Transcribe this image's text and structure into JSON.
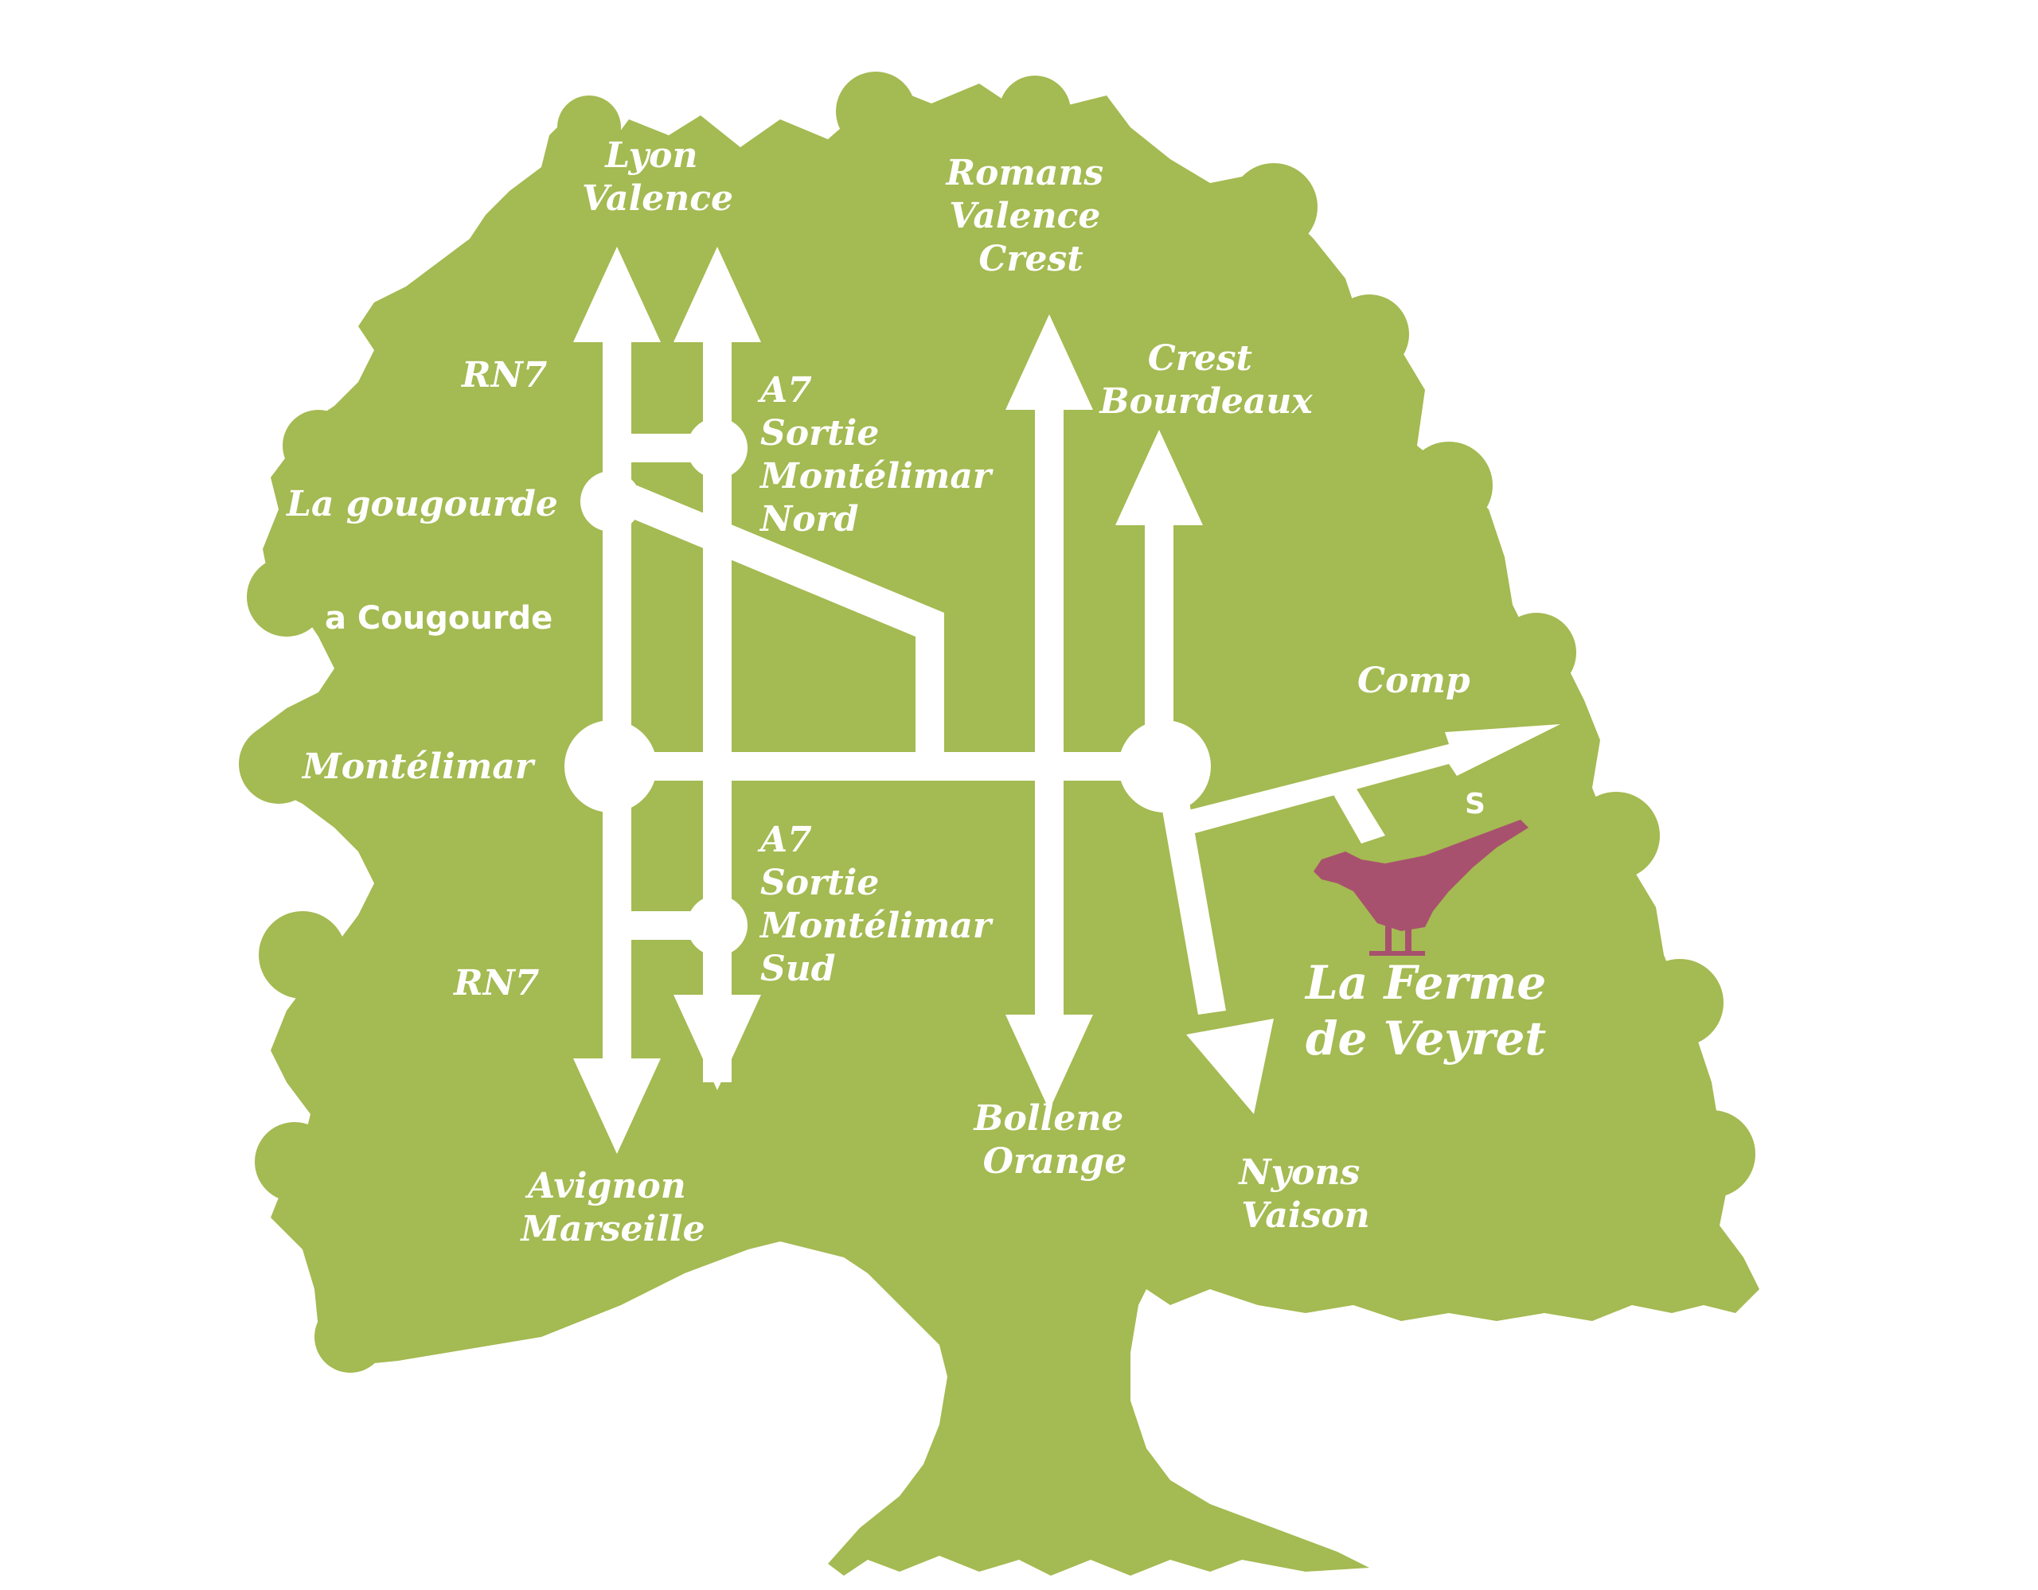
{
  "colors": {
    "tree": "#a4ba52",
    "roads": "#ffffff",
    "bird": "#a8516e",
    "background": "#ffffff"
  },
  "labels": {
    "lyon_valence": [
      "Lyon",
      "Valence"
    ],
    "romans_valence_crest": [
      "Romans",
      "Valence",
      "Crest"
    ],
    "crest_bourdeaux": [
      "Crest",
      "Bourdeaux"
    ],
    "rn7_north": "RN7",
    "a7_nord": [
      "A7",
      "Sortie",
      "Montélimar",
      "Nord"
    ],
    "la_gougourde": "La gougourde",
    "a_cougourde": "a Cougourde",
    "montelimar": "Montélimar",
    "comp": "Comp",
    "s_marker": "S",
    "a7_sud": [
      "A7",
      "Sortie",
      "Montélimar",
      "Sud"
    ],
    "rn7_south": "RN7",
    "avignon_marseille": [
      "Avignon",
      "Marseille"
    ],
    "bollene_orange": [
      "Bollene",
      "Orange"
    ],
    "nyons_vaison": [
      "Nyons",
      "Vaison"
    ],
    "destination": [
      "La Ferme",
      "de Veyret"
    ]
  },
  "icons": {
    "tree": "tree-silhouette-icon",
    "bird": "bird-icon"
  }
}
